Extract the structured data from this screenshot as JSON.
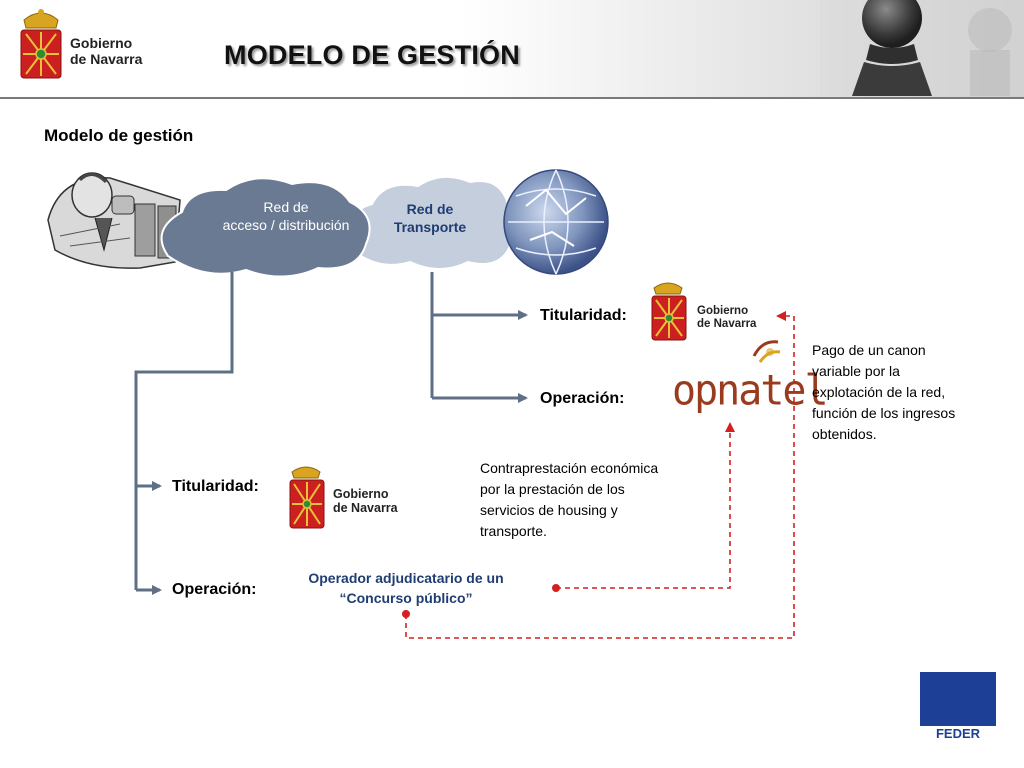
{
  "header": {
    "brand_line1": "Gobierno",
    "brand_line2": "de Navarra",
    "title": "MODELO DE GESTIÓN"
  },
  "section_title": "Modelo de gestión",
  "clouds": {
    "access": {
      "line1": "Red de",
      "line2": "acceso / distribución"
    },
    "transport": {
      "line1": "Red de",
      "line2": "Transporte"
    }
  },
  "transport_branch": {
    "titularidad_label": "Titularidad:",
    "titularidad_brand_line1": "Gobierno",
    "titularidad_brand_line2": "de Navarra",
    "operacion_label": "Operación:",
    "operacion_logo": "opnatel"
  },
  "access_branch": {
    "titularidad_label": "Titularidad:",
    "titularidad_brand_line1": "Gobierno",
    "titularidad_brand_line2": "de Navarra",
    "operacion_label": "Operación:",
    "operator_line1": "Operador adjudicatario de un",
    "operator_line2": "“Concurso público”"
  },
  "notes": {
    "canon_lines": [
      "Pago de un canon",
      "variable por la",
      "explotación de la red,",
      "función de los ingresos",
      "obtenidos."
    ],
    "contraprestacion_lines": [
      "Contraprestación económica",
      "por la prestación de los",
      "servicios de housing y",
      "transporte."
    ]
  },
  "footer": {
    "feder": "FEDER"
  },
  "colors": {
    "access_cloud": "#6b7a93",
    "transport_cloud": "#c5cedc",
    "connector": "#5f6f86",
    "dashed_arrow": "#d42020",
    "operator_text": "#1f3d73",
    "eu_blue": "#1d3f96",
    "eu_star": "#f5d90a"
  },
  "icons": [
    "navarra-coat-of-arms-icon",
    "chess-pawn-icon",
    "business-people-icon",
    "globe-network-icon",
    "opnatel-logo",
    "eu-flag-icon"
  ]
}
